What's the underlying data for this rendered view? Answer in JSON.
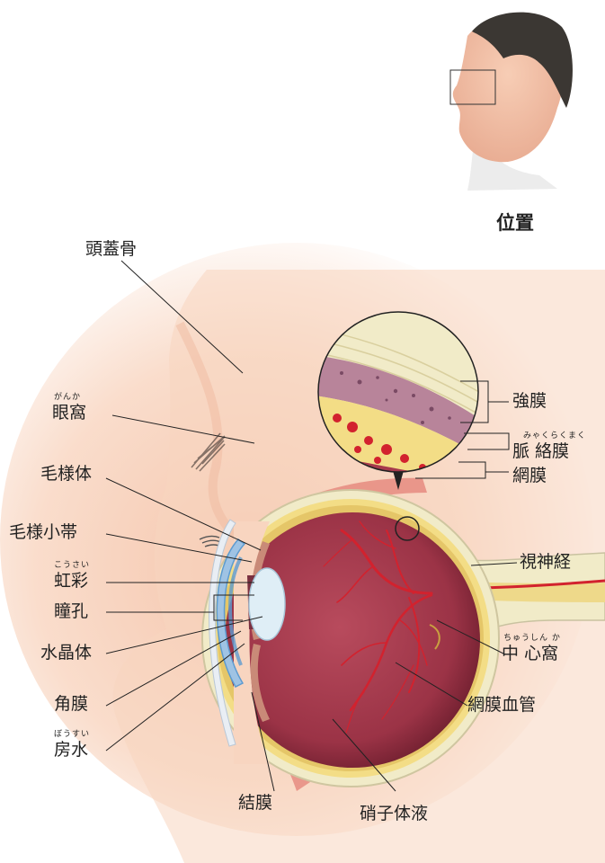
{
  "caption": "位置",
  "labels": {
    "skull": "頭蓋骨",
    "orbit": "眼窩",
    "orbit_ruby": "がんか",
    "ciliary_body": "毛様体",
    "zonule": "毛様小帯",
    "iris": "虹彩",
    "iris_ruby": "こうさい",
    "pupil": "瞳孔",
    "lens": "水晶体",
    "cornea": "角膜",
    "aqueous": "房水",
    "aqueous_ruby": "ぼうすい",
    "conjunctiva": "結膜",
    "vitreous": "硝子体液",
    "retinal_vessels": "網膜血管",
    "fovea": "中 心窩",
    "fovea_ruby": "ちゅうしん か",
    "optic_nerve": "視神経",
    "sclera": "強膜",
    "choroid": "脈 絡膜",
    "choroid_ruby": "みゃくらくまく",
    "retina": "網膜"
  },
  "colors": {
    "skin": "#f6cdb2",
    "skin_light": "#fbe2d2",
    "eyeball": "#a63a4c",
    "eyeball_dark": "#7e2436",
    "sclera": "#f1ebc8",
    "vessel": "#d2222e",
    "iris_blue": "#5d9bd0",
    "lens": "#dfeef6",
    "hair": "#3b3733",
    "leader": "#222222"
  }
}
